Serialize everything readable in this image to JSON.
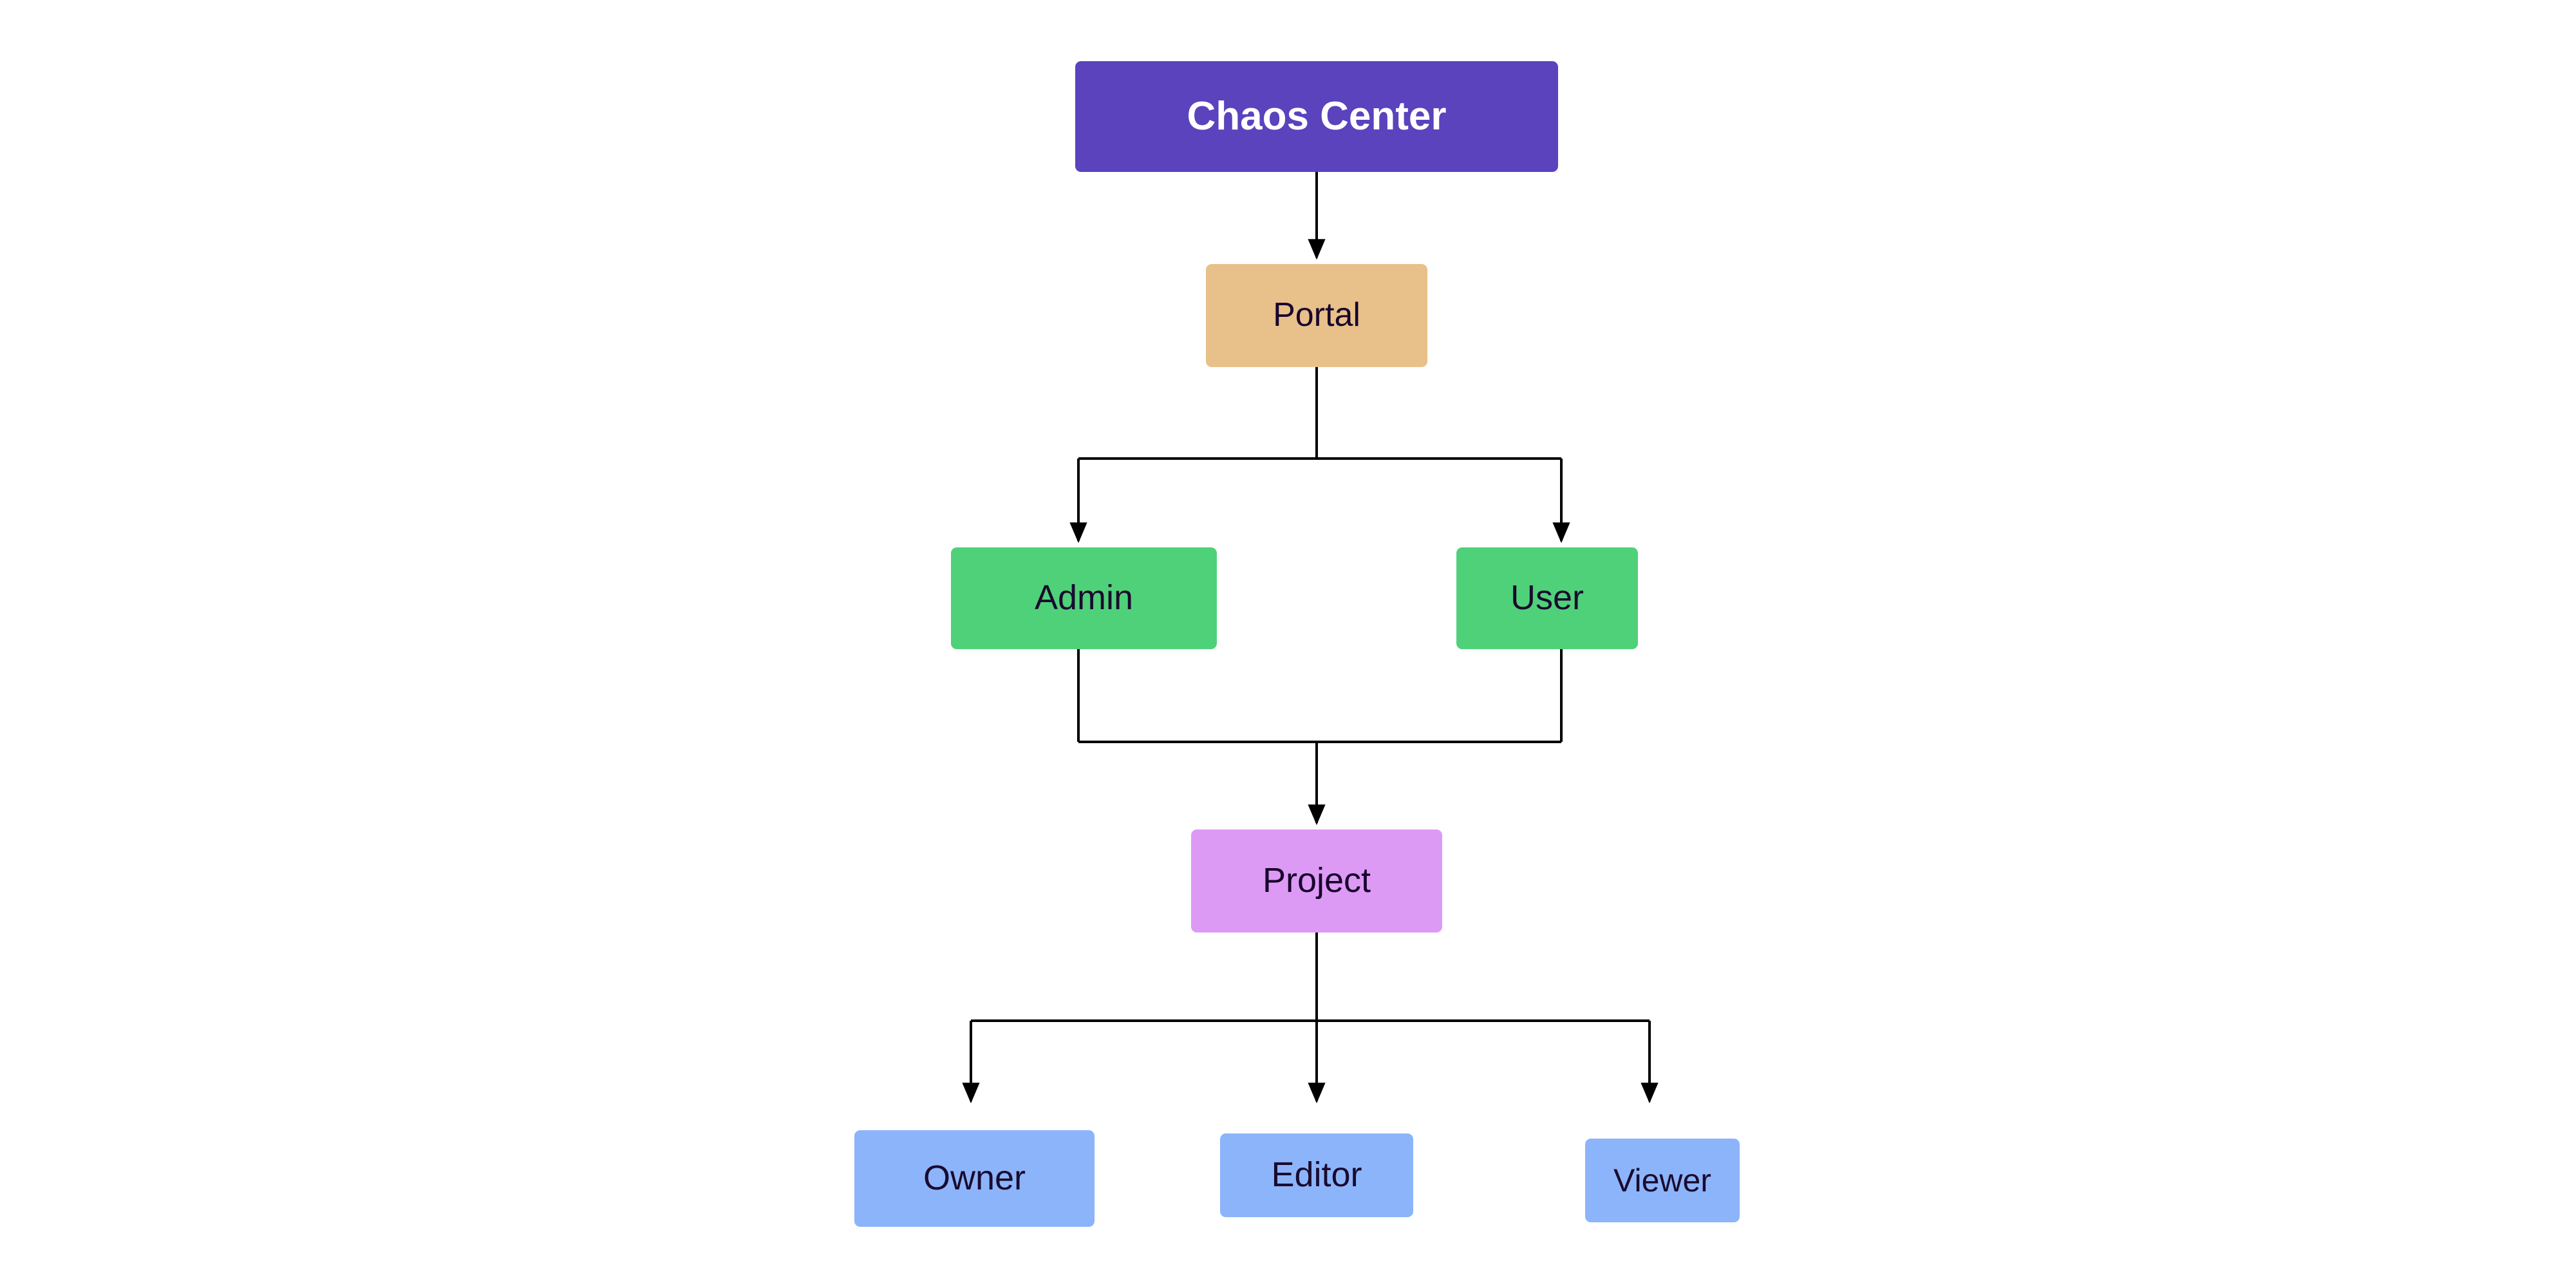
{
  "diagram": {
    "type": "flowchart",
    "direction": "top-down",
    "background_color": "#ffffff",
    "edge_color": "#000000",
    "nodes": [
      {
        "id": "chaos-center",
        "label": "Chaos Center",
        "fill": "#5A43BD",
        "text_color": "#ffffff",
        "level": 0
      },
      {
        "id": "portal",
        "label": "Portal",
        "fill": "#E8C08A",
        "text_color": "#17032B",
        "level": 1
      },
      {
        "id": "admin",
        "label": "Admin",
        "fill": "#4FD17A",
        "text_color": "#1A0B2E",
        "level": 2
      },
      {
        "id": "user",
        "label": "User",
        "fill": "#4FD17A",
        "text_color": "#1A0B2E",
        "level": 2
      },
      {
        "id": "project",
        "label": "Project",
        "fill": "#DD9AF5",
        "text_color": "#17032B",
        "level": 3
      },
      {
        "id": "owner",
        "label": "Owner",
        "fill": "#8CB4FB",
        "text_color": "#1A0B2E",
        "level": 4
      },
      {
        "id": "editor",
        "label": "Editor",
        "fill": "#8CB4FB",
        "text_color": "#1A0B2E",
        "level": 4
      },
      {
        "id": "viewer",
        "label": "Viewer",
        "fill": "#8CB4FB",
        "text_color": "#1A0B2E",
        "level": 4
      }
    ],
    "edges": [
      {
        "from": "chaos-center",
        "to": "portal"
      },
      {
        "from": "portal",
        "to": "admin"
      },
      {
        "from": "portal",
        "to": "user"
      },
      {
        "from": "admin",
        "to": "project"
      },
      {
        "from": "user",
        "to": "project"
      },
      {
        "from": "project",
        "to": "owner"
      },
      {
        "from": "project",
        "to": "editor"
      },
      {
        "from": "project",
        "to": "viewer"
      }
    ]
  }
}
